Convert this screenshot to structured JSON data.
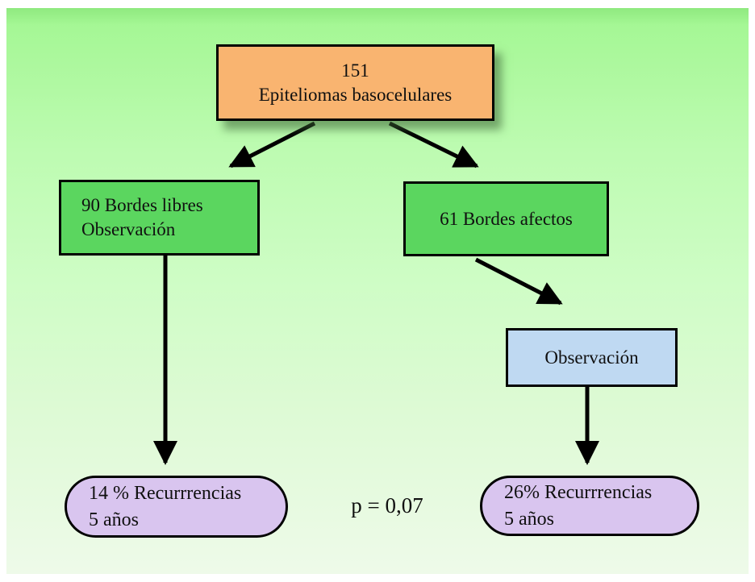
{
  "background": {
    "gradient_top": "#a5f795",
    "gradient_middle": "#cefdc5",
    "gradient_bottom": "#eefae9",
    "frame_color": "#ffffff",
    "line_color": "#000000"
  },
  "nodes": {
    "total": {
      "count": "151",
      "label": "Epiteliomas basocelulares",
      "fill": "#f9b470"
    },
    "bordes_libres": {
      "line1": "90 Bordes libres",
      "line2": "Observación",
      "fill": "#5bd65f"
    },
    "bordes_afectos": {
      "label": "61 Bordes afectos",
      "fill": "#5bd65f"
    },
    "observacion": {
      "label": "Observación",
      "fill": "#bfd9f2"
    },
    "recurrencias_libres": {
      "line1": "14 % Recurrrencias",
      "line2": "5 años",
      "fill": "#d9c5ef"
    },
    "recurrencias_afectos": {
      "line1": "26% Recurrrencias",
      "line2": "5 años",
      "fill": "#d9c5ef"
    }
  },
  "annotations": {
    "p_value": "p = 0,07"
  },
  "edges": [
    {
      "from": "total",
      "to": "bordes_libres"
    },
    {
      "from": "total",
      "to": "bordes_afectos"
    },
    {
      "from": "bordes_libres",
      "to": "recurrencias_libres"
    },
    {
      "from": "bordes_afectos",
      "to": "observacion"
    },
    {
      "from": "observacion",
      "to": "recurrencias_afectos"
    }
  ]
}
